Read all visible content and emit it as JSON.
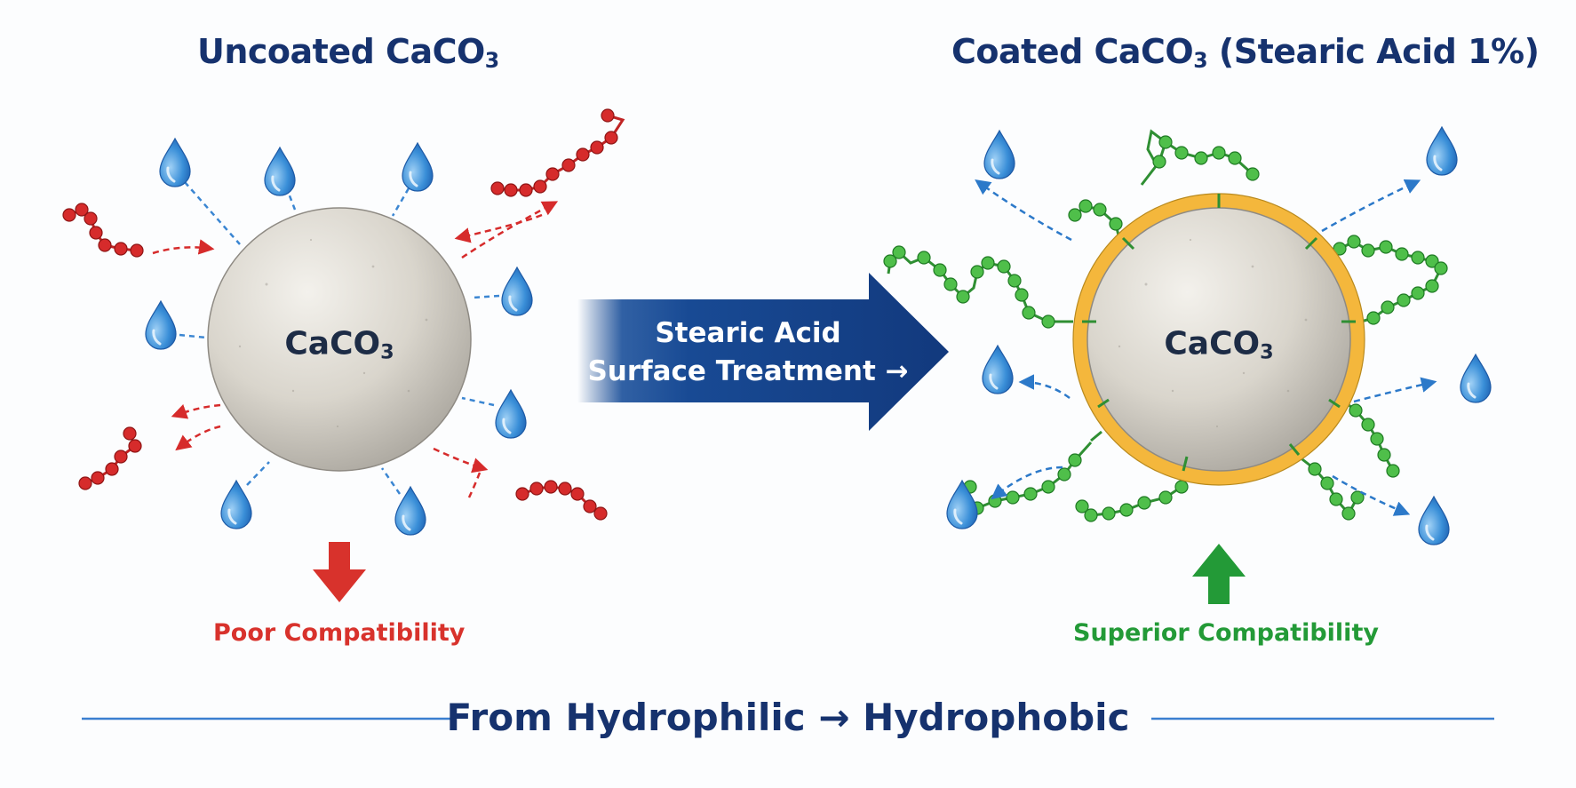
{
  "left_panel": {
    "title": "Uncoated CaCO",
    "title_subscript": "3",
    "particle_label": "CaCO",
    "particle_subscript": "3",
    "compatibility": "Poor Compatibility"
  },
  "right_panel": {
    "title": "Coated CaCO",
    "title_subscript": "3",
    "title_suffix": " (Stearic Acid 1%)",
    "particle_label": "CaCO",
    "particle_subscript": "3",
    "compatibility": "Superior Compatibility"
  },
  "process_arrow": {
    "line1": "Stearic Acid",
    "line2": "Surface Treatment →"
  },
  "footer": {
    "text": "From Hydrophilic → Hydrophobic"
  },
  "colors": {
    "navy": "#16326e",
    "water": "#3a8fd8",
    "polymer_red": "#d62b2b",
    "stearic_green": "#2f9a35",
    "coating_gold": "#f4b73c"
  },
  "icons": [
    "water-drop-icon",
    "polymer-chain-icon",
    "stearic-chain-icon",
    "down-arrow-icon",
    "up-arrow-icon"
  ]
}
